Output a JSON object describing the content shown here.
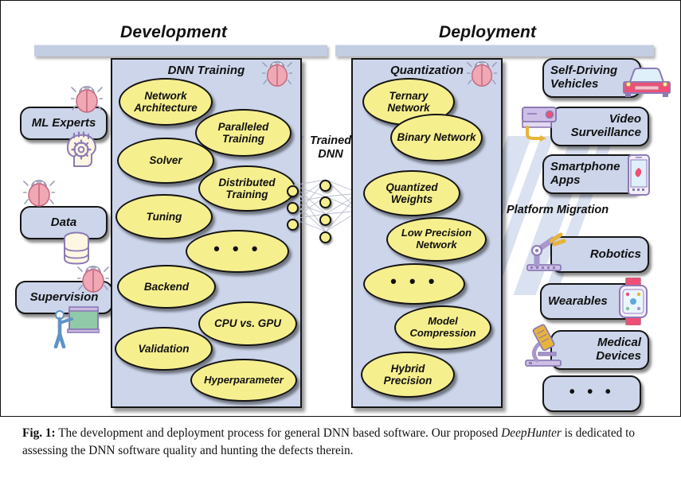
{
  "figure": {
    "phases": [
      {
        "label": "Development"
      },
      {
        "label": "Deployment"
      }
    ],
    "columns": [
      {
        "title": "DNN Training",
        "bug_icon": "ladybug-icon",
        "items": [
          "Network Architecture",
          "Paralleled Training",
          "Solver",
          "Distributed Training",
          "Tuning",
          "• • •",
          "Backend",
          "CPU vs. GPU",
          "Validation",
          "Hyperparameter"
        ]
      },
      {
        "title": "Quantization",
        "bug_icon": "ladybug-icon",
        "items": [
          "Ternary Network",
          "Binary Network",
          "Quantized Weights",
          "Low Precision Network",
          "• • •",
          "Model Compression",
          "Hybrid Precision"
        ]
      }
    ],
    "inputs": [
      {
        "label": "ML Experts",
        "icon": "head-gear-icon",
        "bug_icon": "ladybug-icon"
      },
      {
        "label": "Data",
        "icon": "database-icon",
        "bug_icon": "ladybug-icon"
      },
      {
        "label": "Supervision",
        "icon": "teacher-board-icon",
        "bug_icon": "ladybug-icon"
      }
    ],
    "middle": {
      "label": "Trained\nDNN",
      "network_icon": "neural-network-icon"
    },
    "migration_label": "Platform Migration",
    "applications": [
      {
        "label": "Self-Driving Vehicles",
        "icon": "car-icon",
        "icon_side": "right",
        "align": "l"
      },
      {
        "label": "Video Surveillance",
        "icon": "cctv-camera-icon",
        "icon_side": "left",
        "align": "r"
      },
      {
        "label": "Smartphone Apps",
        "icon": "smartphone-icon",
        "icon_side": "right",
        "align": "l"
      },
      {
        "label": "Robotics",
        "icon": "robot-arm-icon",
        "icon_side": "left",
        "align": "r"
      },
      {
        "label": "Wearables",
        "icon": "smartwatch-icon",
        "icon_side": "right",
        "align": "l"
      },
      {
        "label": "Medical Devices",
        "icon": "microscope-icon",
        "icon_side": "left",
        "align": "r"
      },
      {
        "label": "• • •",
        "icon": "",
        "icon_side": "",
        "align": "c"
      }
    ],
    "colors": {
      "panel_blue": "#ccd5ea",
      "ellipse_yellow": "#f6ef8e",
      "bar_blue": "#c3cee3",
      "outline": "#161616",
      "bug_pink": "#efa8b4",
      "bug_grey": "#b9bcd0"
    }
  },
  "caption": {
    "prefix": "Fig. 1:",
    "text_1": " The development and deployment process for general DNN based software. Our proposed ",
    "emphasis": "DeepHunter",
    "text_2": " is dedicated to assessing the DNN software quality and hunting the defects therein."
  }
}
